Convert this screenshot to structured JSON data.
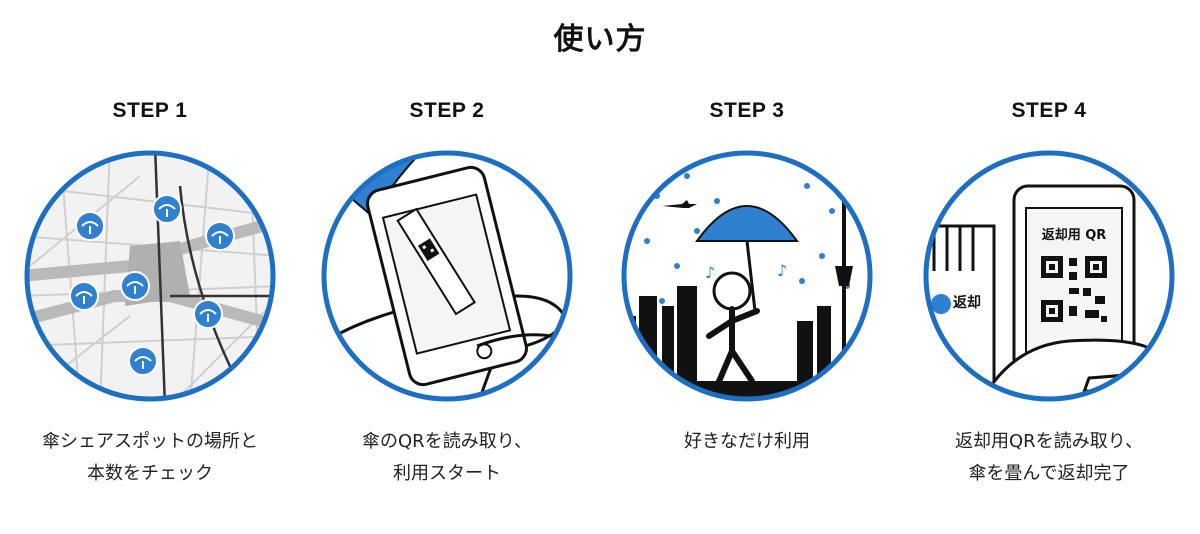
{
  "title": "使い方",
  "colors": {
    "accent": "#1d6fc4",
    "pin": "#2f80d0"
  },
  "steps": [
    {
      "label": "STEP 1",
      "caption_line1": "傘シェアスポットの場所と",
      "caption_line2": "本数をチェック",
      "icon": "map-icon"
    },
    {
      "label": "STEP 2",
      "caption_line1": "傘のQRを読み取り、",
      "caption_line2": "利用スタート",
      "icon": "phone-scan-icon"
    },
    {
      "label": "STEP 3",
      "caption_line1": "好きなだけ利用",
      "caption_line2": "",
      "icon": "umbrella-walk-icon"
    },
    {
      "label": "STEP 4",
      "caption_line1": "返却用QRを読み取り、",
      "caption_line2": "傘を畳んで返却完了",
      "icon": "return-qr-icon",
      "phone_label": "返却用 QR",
      "station_label": "返却"
    }
  ]
}
